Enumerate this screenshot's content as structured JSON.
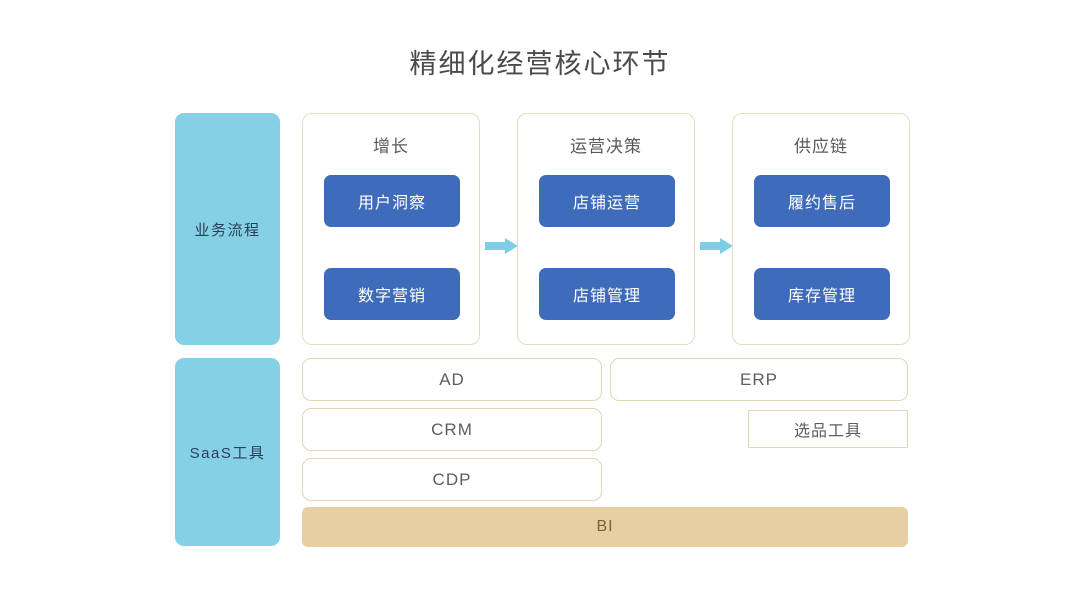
{
  "page": {
    "title": "精细化经营核心环节",
    "background": "#ffffff"
  },
  "colors": {
    "row_label_blue": "#86d0e5",
    "stage_item_blue": "#3f6cba",
    "card_border_tan": "#e6dcc2",
    "tool_border_tan": "#e3d6b4",
    "bi_fill_tan": "#e8cfa3",
    "bi_text": "#7a6136",
    "arrow_blue": "#7ecfe6",
    "title_text": "#4a4a4a"
  },
  "rows": {
    "process_label": "业务流程",
    "saas_label": "SaaS工具"
  },
  "process": {
    "stages": [
      {
        "title": "增长",
        "items": [
          "用户洞察",
          "数字营销"
        ]
      },
      {
        "title": "运营决策",
        "items": [
          "店铺运营",
          "店铺管理"
        ]
      },
      {
        "title": "供应链",
        "items": [
          "履约售后",
          "库存管理"
        ]
      }
    ],
    "arrows": [
      "arrow-right-icon",
      "arrow-right-icon"
    ]
  },
  "saas": {
    "left_column": [
      "AD",
      "CRM",
      "CDP"
    ],
    "right_column": [
      "ERP",
      "选品工具"
    ],
    "full_width": "BI"
  }
}
